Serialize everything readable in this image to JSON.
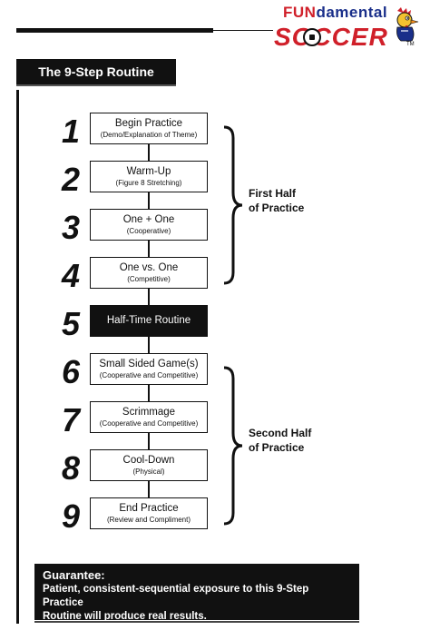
{
  "logo": {
    "line1_red": "FUN",
    "line1_rest": "damental",
    "line2": "SOCCER",
    "trademark": "TM"
  },
  "title": "The 9-Step Routine",
  "steps": [
    {
      "number": "1",
      "title": "Begin Practice",
      "subtitle": "(Demo/Explanation of Theme)"
    },
    {
      "number": "2",
      "title": "Warm-Up",
      "subtitle": "(Figure 8 Stretching)"
    },
    {
      "number": "3",
      "title": "One + One",
      "subtitle": "(Cooperative)"
    },
    {
      "number": "4",
      "title": "One vs. One",
      "subtitle": "(Competitive)"
    },
    {
      "number": "5",
      "title": "Half-Time Routine",
      "subtitle": ""
    },
    {
      "number": "6",
      "title": "Small Sided Game(s)",
      "subtitle": "(Cooperative and Competitive)"
    },
    {
      "number": "7",
      "title": "Scrimmage",
      "subtitle": "(Cooperative and Competitive)"
    },
    {
      "number": "8",
      "title": "Cool-Down",
      "subtitle": "(Physical)"
    },
    {
      "number": "9",
      "title": "End Practice",
      "subtitle": "(Review and Compliment)"
    }
  ],
  "halves": {
    "first": {
      "line1": "First Half",
      "line2": "of Practice"
    },
    "second": {
      "line1": "Second Half",
      "line2": "of Practice"
    }
  },
  "guarantee": {
    "title": "Guarantee:",
    "line1": "Patient, consistent-sequential exposure to this 9-Step Practice",
    "line2": "Routine will produce real results."
  },
  "colors": {
    "ink": "#111111",
    "logo_red": "#d0202a",
    "logo_blue": "#1a2f8a"
  }
}
